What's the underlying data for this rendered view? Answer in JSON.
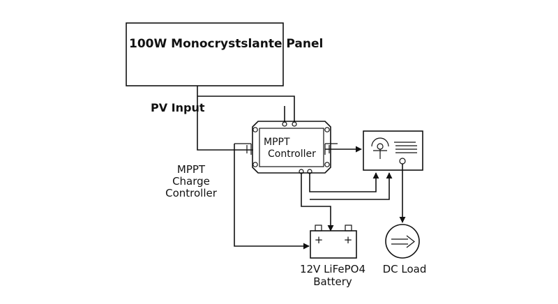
{
  "panel": {
    "label": "100W Monocrystslante Panel"
  },
  "wires": {
    "pv_input_label": "PV Input"
  },
  "side_label": {
    "lines": [
      "MPPT",
      "Charge",
      "Controller"
    ]
  },
  "controller": {
    "lines": [
      "MPPT",
      "Controller"
    ]
  },
  "battery": {
    "lines": [
      "12V LiFePO4",
      "Battery"
    ],
    "terminal_symbols": [
      "+",
      "+"
    ]
  },
  "load": {
    "label": "DC Load"
  },
  "colors": {
    "ink": "#111111",
    "background": "#ffffff"
  }
}
